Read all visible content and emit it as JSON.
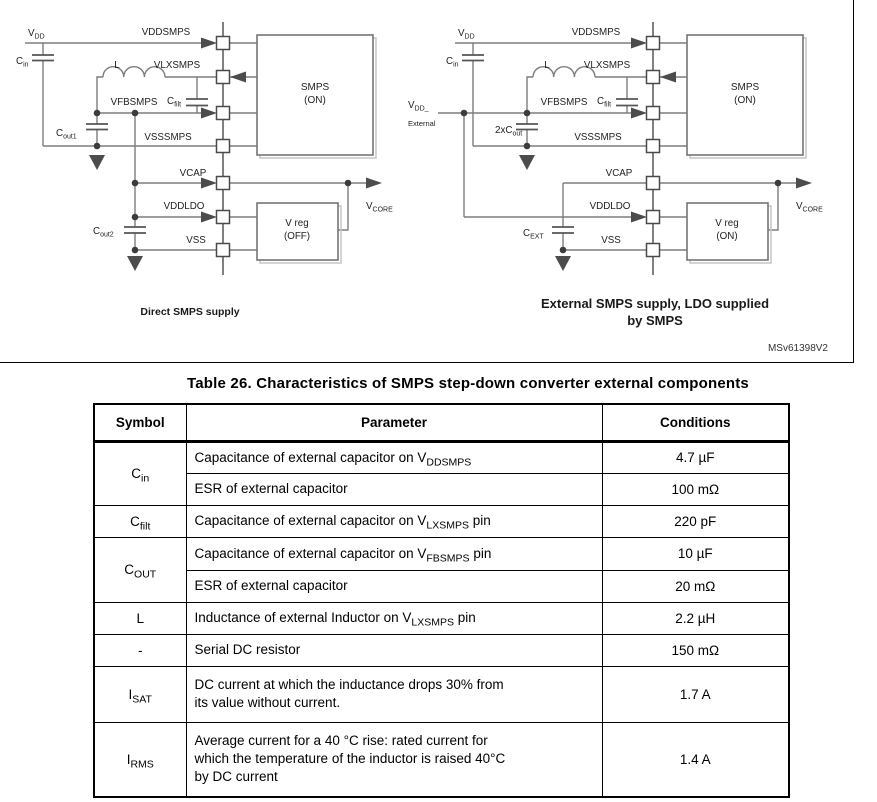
{
  "figure": {
    "signals": {
      "vddsmps": "VDDSMPS",
      "vlxsmps": "VLXSMPS",
      "vfbsmps": "VFBSMPS",
      "vsssmps": "VSSSMPS",
      "vcap": "VCAP",
      "vddldo": "VDDLDO",
      "vss": "VSS",
      "inductor": "L"
    },
    "smps_box": {
      "line1": "SMPS",
      "line2": "(ON)"
    },
    "left": {
      "vdd_main": "V",
      "vdd_sub": "DD",
      "cin_main": "C",
      "cin_sub": "in",
      "cfilt_main": "C",
      "cfilt_sub": "filt",
      "cout1_main": "C",
      "cout1_sub": "out1",
      "cout2_main": "C",
      "cout2_sub": "out2",
      "vcore_main": "V",
      "vcore_sub": "CORE",
      "vreg_line1": "V reg",
      "vreg_line2": "(OFF)",
      "caption": "Direct SMPS supply"
    },
    "right": {
      "vdd_main": "V",
      "vdd_sub": "DD",
      "vddext_main": "V",
      "vddext_sub": "DD_",
      "vddext_line2": "External",
      "cin_main": "C",
      "cin_sub": "in",
      "cfilt_main": "C",
      "cfilt_sub": "filt",
      "cout_main": "2xC",
      "cout_sub": "out",
      "cext_main": "C",
      "cext_sub": "EXT",
      "vcore_main": "V",
      "vcore_sub": "CORE",
      "vreg_line1": "V reg",
      "vreg_line2": "(ON)",
      "caption_line1": "External SMPS supply, LDO supplied",
      "caption_line2": "by SMPS"
    },
    "watermark": "MSv61398V2"
  },
  "table": {
    "title": "Table 26. Characteristics of SMPS step-down converter external components",
    "headers": {
      "symbol": "Symbol",
      "parameter": "Parameter",
      "conditions": "Conditions"
    },
    "rows": [
      {
        "sym_main": "C",
        "sym_sub": "in",
        "param_pre": "Capacitance of external capacitor on V",
        "param_sub": "DDSMPS",
        "cond": "4.7 µF"
      },
      {
        "param_pre": "ESR of external capacitor",
        "cond": "100 mΩ"
      },
      {
        "sym_main": "C",
        "sym_sub": "filt",
        "param_pre": "Capacitance of external capacitor on V",
        "param_sub": "LXSMPS",
        "param_post": " pin",
        "cond": "220 pF"
      },
      {
        "sym_main": "C",
        "sym_sub": "OUT",
        "param_pre": "Capacitance of external capacitor on V",
        "param_sub": "FBSMPS",
        "param_post": " pin",
        "cond": "10 µF"
      },
      {
        "param_pre": "ESR of external capacitor",
        "cond": "20 mΩ"
      },
      {
        "sym_main": "L",
        "param_pre": "Inductance of external Inductor on V",
        "param_sub": "LXSMPS",
        "param_post": " pin",
        "cond": "2.2 µH"
      },
      {
        "sym_main": "-",
        "param_pre": "Serial DC resistor",
        "cond": "150 mΩ"
      },
      {
        "sym_main": "I",
        "sym_sub": "SAT",
        "param_line1": "DC current at which the inductance drops 30% from",
        "param_line2": "its value without current.",
        "cond": "1.7 A"
      },
      {
        "sym_main": "I",
        "sym_sub": "RMS",
        "param_line1": "Average current for a 40 °C rise: rated current for",
        "param_line2": "which the temperature of the inductor is raised 40°C",
        "param_line3": "by DC current",
        "cond": "1.4 A"
      }
    ]
  }
}
